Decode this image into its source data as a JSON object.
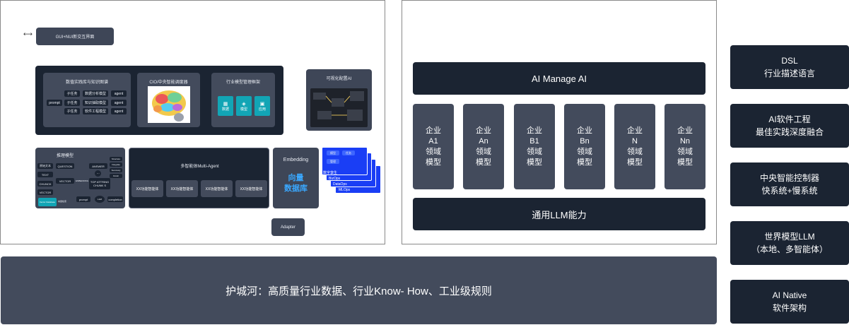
{
  "left_panel": {
    "gui_nui": "GUI+NUI新交互界面",
    "top_group": {
      "practice_kg": {
        "title": "数值实践库与知识图谱",
        "rows": [
          {
            "left": "",
            "mid": "子任务",
            "right": "数据分析模型",
            "tag": "agent"
          },
          {
            "left": "prompt",
            "mid": "子任务",
            "right": "知识抽取模型",
            "tag": "agent"
          },
          {
            "left": "",
            "mid": "子任务",
            "right": "软件工程模型",
            "tag": "agent"
          }
        ]
      },
      "cio": {
        "title": "CIO/中央智能调度器"
      },
      "industry_framework": {
        "title": "行业模型管理框架",
        "modules": [
          "数据",
          "模型",
          "应用"
        ]
      }
    },
    "visual_ai": {
      "title": "可视化配置AI"
    },
    "reasoning": {
      "title": "推理模型",
      "left_items": [
        "原始文本",
        "TEXT",
        "CHUNCK",
        "VECTOR"
      ],
      "mid_items": [
        "QUESTION",
        "VECTOR",
        "EMBEDDING"
      ],
      "right_items": [
        "ANSWER",
        "TOP ATTRING CHUNK S"
      ],
      "far_right": [
        "Structure",
        "Integrate",
        "Summary",
        "Finish"
      ],
      "bottom": [
        "Vector Database",
        "向量检索",
        "prompt",
        "LLM",
        "completion"
      ]
    },
    "multi_agent": {
      "title": "多智能体Multi-Agent",
      "agents": [
        "XX功能智能体",
        "XX功能智能体",
        "XX功能智能体",
        "XX功能智能体"
      ]
    },
    "embedding": {
      "title": "Embedding",
      "db_line1": "向量",
      "db_line2": "数据库"
    },
    "layers": {
      "top_chips": [
        "模型",
        "任务",
        "管理"
      ],
      "labels": [
        "数字孪生",
        "BizOps",
        "DataOps",
        "MLOps"
      ]
    },
    "adapter": "Adapter"
  },
  "middle_panel": {
    "manage_ai": "AI Manage AI",
    "enterprises": [
      {
        "line1": "企业",
        "line2": "A1",
        "line3": "领域",
        "line4": "模型"
      },
      {
        "line1": "企业",
        "line2": "An",
        "line3": "领域",
        "line4": "模型"
      },
      {
        "line1": "企业",
        "line2": "B1",
        "line3": "领域",
        "line4": "模型"
      },
      {
        "line1": "企业",
        "line2": "Bn",
        "line3": "领域",
        "line4": "模型"
      },
      {
        "line1": "企业",
        "line2": "N",
        "line3": "领域",
        "line4": "模型"
      },
      {
        "line1": "企业",
        "line2": "Nn",
        "line3": "领域",
        "line4": "模型"
      }
    ],
    "general_llm": "通用LLM能力"
  },
  "right_column": [
    {
      "line1": "DSL",
      "line2": "行业描述语言"
    },
    {
      "line1": "AI软件工程",
      "line2": "最佳实践深度融合"
    },
    {
      "line1": "中央智能控制器",
      "line2": "快系统+慢系统"
    },
    {
      "line1": "世界模型LLM",
      "line2": "（本地、多智能体）"
    },
    {
      "line1": "AI Native",
      "line2": "软件架构"
    }
  ],
  "moat": "护城河：高质量行业数据、行业Know- How、工业级规则"
}
